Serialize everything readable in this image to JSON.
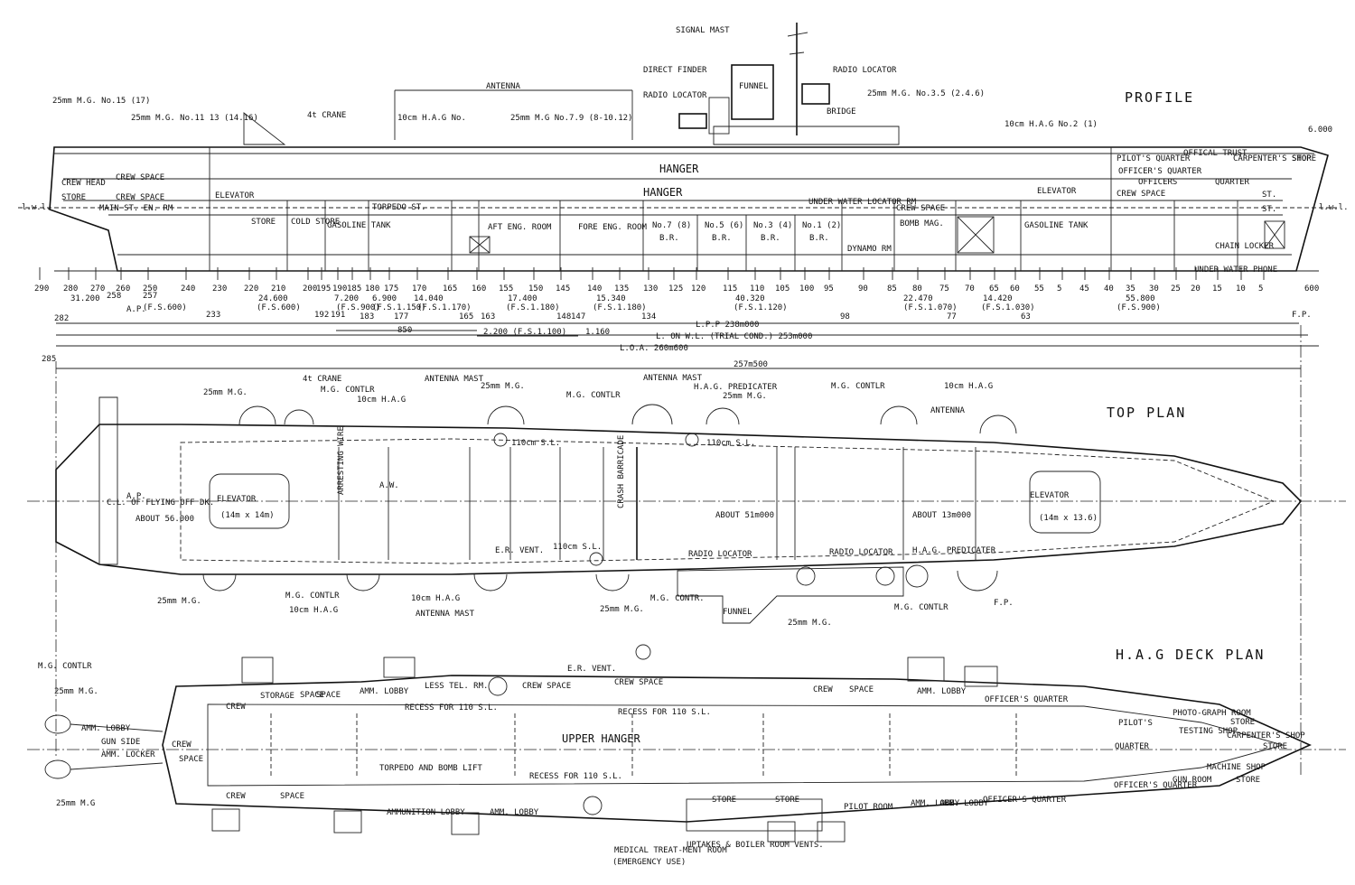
{
  "profile": {
    "title": "PROFILE",
    "top_labels": [
      "SIGNAL MAST",
      "DIRECT FINDER",
      "RADIO LOCATOR",
      "RADIO LOCATOR",
      "FUNNEL",
      "ANTENNA",
      "4t CRANE",
      "BRIDGE",
      "25mm M.G. No.15 (17)",
      "25mm M.G. No.11 13 (14.16)",
      "10cm H.A.G No.",
      "25mm M.G No.7.9 (8-10.12)",
      "25mm M.G. No.3.5 (2.4.6)",
      "10cm H.A.G No.2 (1)",
      "6.000"
    ],
    "deck_labels": [
      "HANGER",
      "HANGER",
      "ELEVATOR",
      "ELEVATOR",
      "CREW SPACE",
      "CREW SPACE",
      "CREW SPACE",
      "CREW SPACE",
      "PILOT'S QUARTER",
      "OFFICER'S QUARTER",
      "OFFICERS",
      "QUARTER",
      "STORE",
      "ST.",
      "ST.",
      "CARPENTER'S SHOP",
      "OFFICAL TRUST",
      "UNDER WATER LOCATOR RM",
      "CREW HEAD",
      "STORE",
      "MAIN ST. EN. RM",
      "STORE",
      "COLD STORE",
      "GASOLINE TANK",
      "GASOLINE TANK",
      "TORPEDO ST.",
      "BOMB MAG.",
      "AFT ENG. ROOM",
      "FORE ENG. ROOM",
      "No.7 (8)",
      "No.5 (6)",
      "No.3 (4)",
      "No.1 (2)",
      "B.R.",
      "B.R.",
      "B.R.",
      "B.R.",
      "DYNAMO RM",
      "CHAIN LOCKER",
      "UNDER WATER PHONE",
      "l.w.l.",
      "l.w.l."
    ],
    "frames": [
      "290",
      "280",
      "270",
      "260",
      "250",
      "240",
      "230",
      "220",
      "210",
      "200",
      "195",
      "190",
      "185",
      "180",
      "175",
      "170",
      "165",
      "160",
      "155",
      "150",
      "145",
      "140",
      "135",
      "130",
      "125",
      "120",
      "115",
      "110",
      "105",
      "100",
      "95",
      "90",
      "85",
      "80",
      "75",
      "70",
      "65",
      "60",
      "55",
      "5",
      "45",
      "40",
      "35",
      "30",
      "25",
      "20",
      "15",
      "10",
      "5"
    ],
    "sub_frames": [
      "258",
      "257",
      "600"
    ],
    "spacings": [
      "31.200",
      "24.600",
      "7.200",
      "6.900",
      "14.040",
      "17.400",
      "15.340",
      "40.320",
      "22.470",
      "14.420",
      "55.800"
    ],
    "fs": [
      "(F.S.600)",
      "(F.S.600)",
      "(F.S.900)",
      "(F.S.1.150)",
      "(F.S.1.170)",
      "(F.S.1.180)",
      "(F.S.1.180)",
      "(F.S.1.120)",
      "(F.S.1.070)",
      "(F.S.1.030)",
      "(F.S.900)"
    ],
    "frame_marks": [
      "282",
      "A.P.",
      "233",
      "192",
      "191",
      "183",
      "177",
      "165",
      "163",
      "148",
      "147",
      "134",
      "98",
      "77",
      "63",
      "F.P."
    ],
    "dims": [
      "850",
      "2.200 (F.S.1.100)",
      "1.160",
      "L.P.P 238m000",
      "L. ON W.L. (TRIAL COND.) 253m000",
      "L.O.A. 260m600",
      "285",
      "257m500"
    ]
  },
  "top_plan": {
    "title": "TOP PLAN",
    "labels": [
      "4t CRANE",
      "25mm M.G.",
      "M.G. CONTLR",
      "10cm H.A.G",
      "ANTENNA MAST",
      "25mm M.G.",
      "M.G. CONTLR",
      "ANTENNA MAST",
      "H.A.G. PREDICATER",
      "25mm M.G.",
      "M.G. CONTLR",
      "10cm H.A.G",
      "ANTENNA",
      "110cm S.L.",
      "110cm S.L.",
      "C.L. OF FLYING OFF DK.",
      "ELEVATOR",
      "(14m x 14m)",
      "ABOUT 56.000",
      "ABOUT 51m000",
      "ABOUT 13m000",
      "ELEVATOR",
      "(14m x 13.6)",
      "ARRESTING WIRE",
      "CRASH BARRICADE",
      "A.W.",
      "E.R. VENT.",
      "110cm S.L.",
      "RADIO LOCATOR",
      "RADIO LOCATOR",
      "H.A.G. PREDICATER",
      "25mm M.G.",
      "M.G. CONTLR",
      "10cm H.A.G",
      "ANTENNA MAST",
      "25mm M.G.",
      "M.G. CONTR.",
      "FUNNEL",
      "25mm M.G.",
      "M.G. CONTLR",
      "10cm H.A.G",
      "F.P.",
      "A.P."
    ]
  },
  "hag_plan": {
    "title": "H.A.G DECK PLAN",
    "labels": [
      "M.G. CONTLR",
      "25mm M.G.",
      "AMM. LOBBY",
      "GUN SIDE",
      "AMM. LOCKER",
      "25mm M.G",
      "CREW",
      "SPACE",
      "CREW",
      "SPACE",
      "SPACE",
      "STORAGE",
      "AMM. LOBBY",
      "LESS TEL. RM.",
      "CREW SPACE",
      "E.R. VENT.",
      "CREW SPACE",
      "CREW",
      "SPACE",
      "AMM. LOBBY",
      "OFFICER'S QUARTER",
      "RECESS FOR 110 S.L.",
      "RECESS FOR 110 S.L.",
      "UPPER HANGER",
      "PILOT'S",
      "QUARTER",
      "PHOTO-GRAPH ROOM",
      "STORE",
      "TESTING SHOP",
      "CARPENTER'S SHOP",
      "STORE",
      "TORPEDO AND BOMB LIFT",
      "RECESS FOR 110 S.L.",
      "CREW",
      "SPACE",
      "AMMUNITION LOBBY",
      "AMM. LOBBY",
      "STORE",
      "STORE",
      "PILOT ROOM",
      "AMM. LOBBY",
      "AMM. LOBBY",
      "OFFICER'S QUARTER",
      "OFFICER'S QUARTER",
      "GUN ROOM",
      "MACHINE SHOP",
      "STORE",
      "MEDICAL TREAT-MENT ROOM",
      "(EMERGENCY USE)",
      "UPTAKES & BOILER ROOM VENTS."
    ]
  }
}
